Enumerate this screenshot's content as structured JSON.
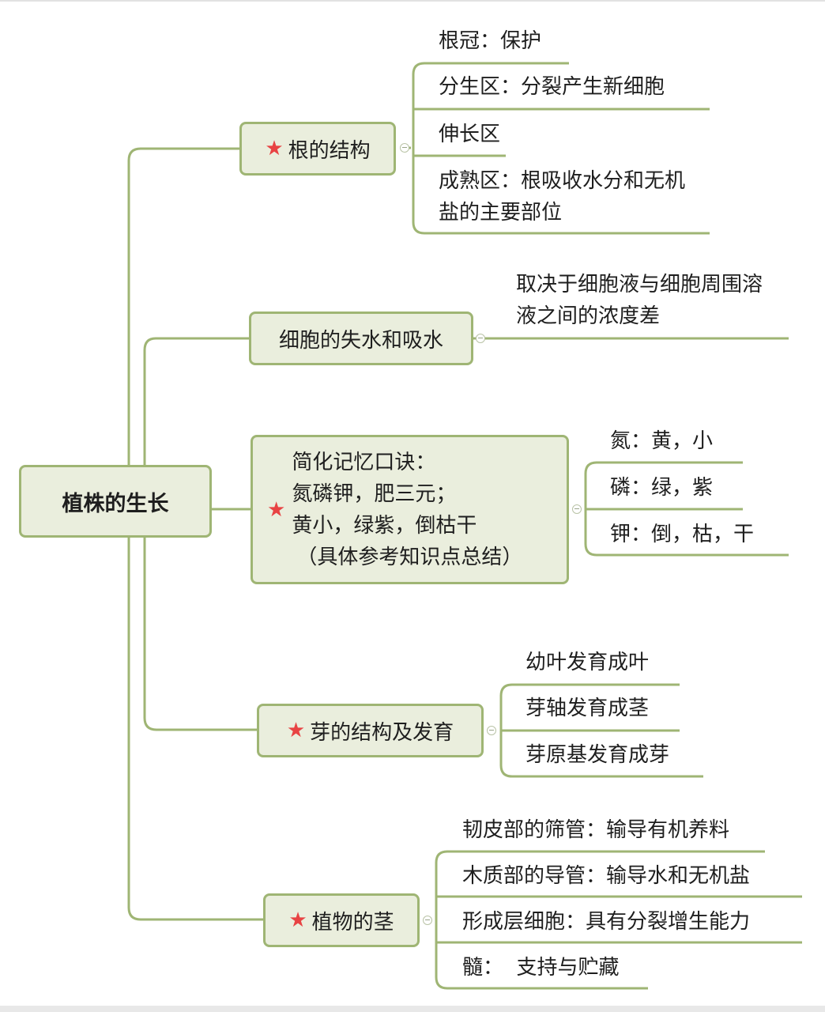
{
  "root": {
    "label": "植株的生长"
  },
  "branches": [
    {
      "label": "根的结构",
      "starred": true,
      "children": [
        "根冠：保护",
        "分生区：分裂产生新细胞",
        "伸长区",
        "成熟区：根吸收水分和无机盐的主要部位"
      ]
    },
    {
      "label": "细胞的失水和吸水",
      "starred": false,
      "children": [
        "取决于细胞液与细胞周围溶液之间的浓度差"
      ]
    },
    {
      "label_lines": [
        "简化记忆口诀：",
        "氮磷钾，肥三元；",
        "黄小，绿紫，倒枯干",
        "（具体参考知识点总结）"
      ],
      "starred": true,
      "children": [
        "氮：黄，小",
        "磷：绿，紫",
        "钾：倒，枯，干"
      ]
    },
    {
      "label": "芽的结构及发育",
      "starred": true,
      "children": [
        "幼叶发育成叶",
        "芽轴发育成茎",
        "芽原基发育成芽"
      ]
    },
    {
      "label": "植物的茎",
      "starred": true,
      "children": [
        "韧皮部的筛管：输导有机养料",
        "木质部的导管：输导水和无机盐",
        "形成层细胞：具有分裂增生能力",
        "髓：  支持与贮藏"
      ]
    }
  ],
  "icons": {
    "star": "★"
  },
  "colors": {
    "line": "#9fb574",
    "node_fill": "#eaeedd",
    "star": "#e84343"
  }
}
